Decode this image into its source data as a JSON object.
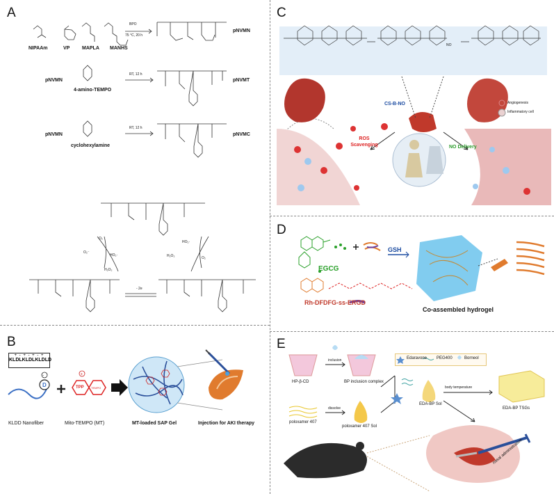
{
  "panels": {
    "A": {
      "letter": "A",
      "monomers": [
        "NIPAAm",
        "VP",
        "MAPLA",
        "MANHS"
      ],
      "rxn1": {
        "reagent": "BPO",
        "cond": "75 °C, 20 h",
        "product": "pNVMN"
      },
      "rxn2": {
        "reactant": "pNVMN",
        "reagent_name": "4-amino-TEMPO",
        "cond": "RT, 12 h",
        "product": "pNVMT"
      },
      "rxn3": {
        "reactant": "pNVMN",
        "reagent_name": "cyclohexylamine",
        "cond": "RT, 12 h",
        "product": "pNVMC"
      },
      "species": {
        "o2": "O₂",
        "o2_minus": "O₂⁻",
        "ho2_1": "HO₂·",
        "ho2_2": "HO₂·",
        "h2o2_1": "H₂O₂",
        "h2o2_2": "H₂O₂",
        "o2_b": "O₂",
        "minus2e": "- 2e"
      }
    },
    "B": {
      "letter": "B",
      "sequence": "KLDLKLDLKLDLD",
      "charges": "+ - + - + - +",
      "d_label": "D",
      "tpp": "TPP",
      "tempo": "TEMPO",
      "labels": [
        "KLDD Nanofiber",
        "Mito-TEMPO (MT)",
        "MT-loaded SAP Gel",
        "Injection for AKI therapy"
      ]
    },
    "C": {
      "letter": "C",
      "center_label": "CS-B-NO",
      "ros": "ROS Scavenging",
      "no_delivery": "NO Delivery",
      "no": "NO",
      "legend": [
        "Angiogenesis",
        "Inflammatory cell"
      ]
    },
    "D": {
      "letter": "D",
      "egcg": "EGCG",
      "gsh": "GSH",
      "peptide": "Rh-DFDFG-ss-ERGD",
      "hydrogel": "Co-assembled hydrogel"
    },
    "E": {
      "letter": "E",
      "legend": [
        "Edaravone",
        "PEG400",
        "Borneol"
      ],
      "labels": {
        "hpcd": "HP-β-CD",
        "inclusion": "inclusion",
        "complex": "BP inclusion complex",
        "poloxamer": "poloxamer 407",
        "dissolve": "dissolve",
        "sol407": "poloxamer 407 Sol",
        "body_temp": "body temperature",
        "edabp_sol": "EDA-BP Sol",
        "tsgs": "EDA-BP TSGs",
        "nasal": "nasal administration"
      }
    }
  }
}
